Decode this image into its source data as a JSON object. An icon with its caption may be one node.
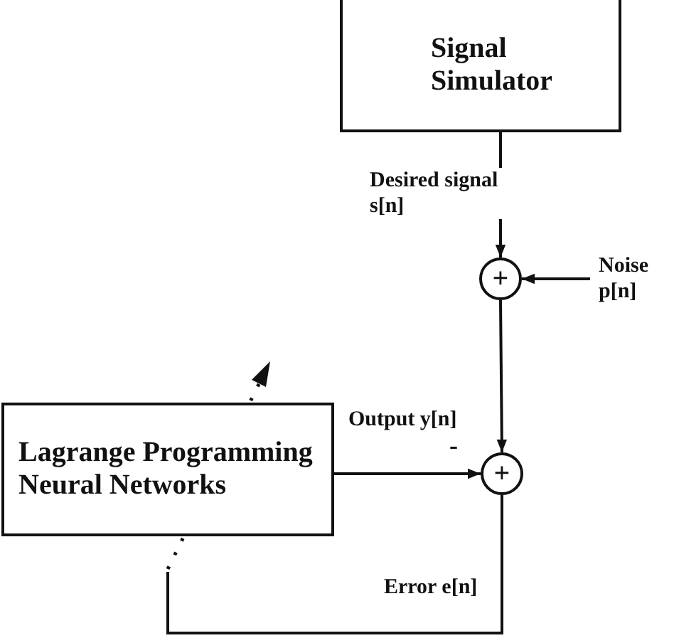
{
  "diagram": {
    "nodes": [
      {
        "text": [
          "Signal Simulator"
        ]
      },
      {
        "text": [
          "+"
        ]
      },
      {
        "text": [
          "+"
        ]
      },
      {
        "text": [
          "Lagrange Programming Neural Networks"
        ]
      }
    ],
    "edges": [
      {
        "from": 0,
        "to": 1,
        "arrow": "to",
        "label": "Desired signal s[n]"
      },
      {
        "from": null,
        "to": 1,
        "arrow": "to",
        "label": "Noise p[n]"
      },
      {
        "from": 1,
        "to": 2,
        "arrow": "to"
      },
      {
        "from": 3,
        "to": 2,
        "arrow": "to",
        "label": "Output y[n]"
      },
      {
        "from": 2,
        "to": null,
        "arrow": "none",
        "label": "Error e[n]"
      }
    ],
    "labels": [
      "-"
    ]
  }
}
